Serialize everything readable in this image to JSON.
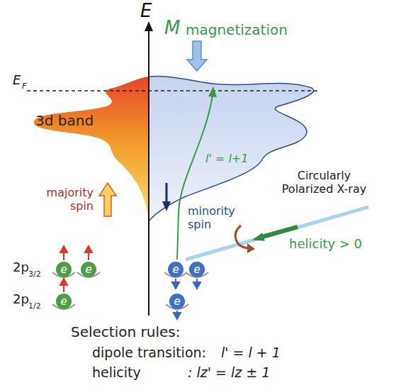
{
  "diagram": {
    "nodes": [
      {
        "text": [
          "e"
        ]
      },
      {
        "text": [
          "e"
        ]
      },
      {
        "text": [
          "e"
        ]
      },
      {
        "text": [
          "e"
        ]
      },
      {
        "text": [
          "e"
        ]
      },
      {
        "text": [
          "e"
        ]
      }
    ],
    "labels": [
      "E",
      "M",
      "magnetization",
      "E",
      "F",
      "3d band",
      "majority spin",
      "minority spin",
      "l' = l+1",
      "Circularly Polarized X-ray",
      "helicity > 0",
      "2p",
      "3/2",
      "2p",
      "1/2",
      "Selection rules:",
      "dipole transition:",
      "l' = l + 1",
      "helicity",
      ": lz' = lz ± 1"
    ]
  }
}
